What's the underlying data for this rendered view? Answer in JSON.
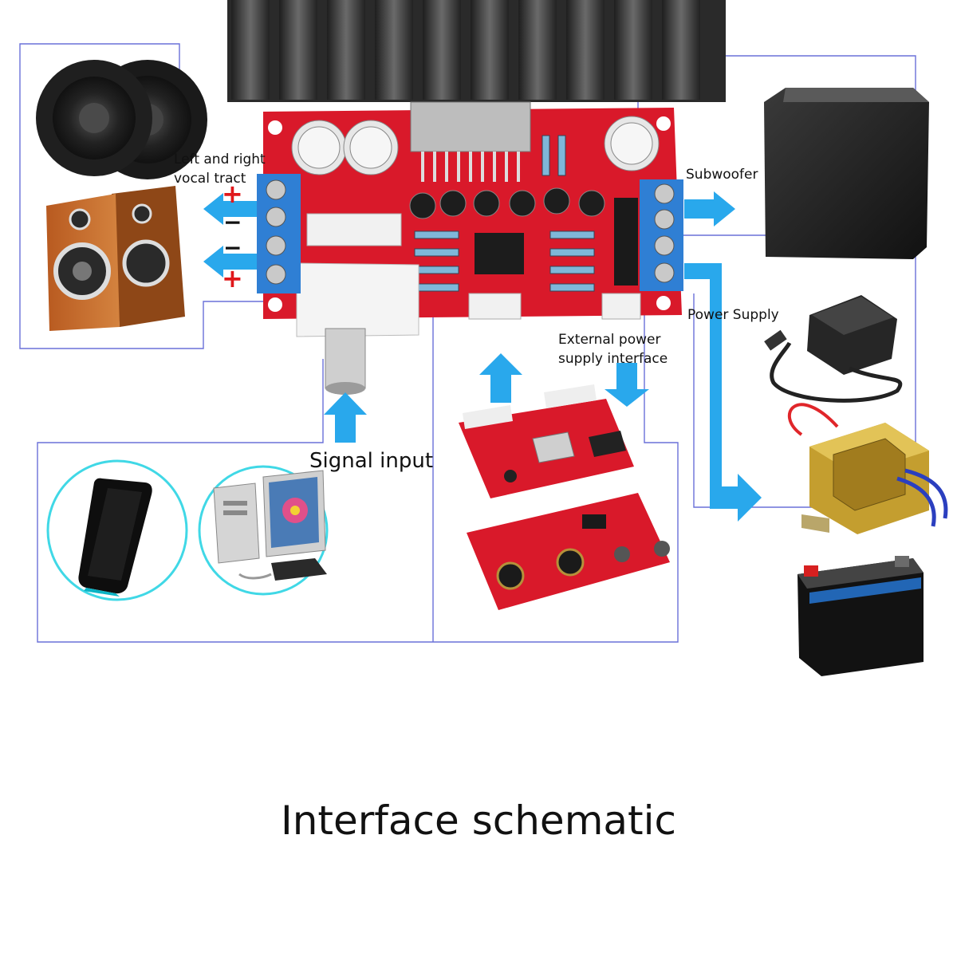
{
  "labels": {
    "left_right": "Left and right vocal tract",
    "subwoofer": "Subwoofer",
    "power_supply": "Power Supply",
    "external_power": "External power supply interface",
    "signal_input": "Signal input"
  },
  "caption": "Interface schematic",
  "polarity": {
    "plus": "+",
    "minus": "−"
  },
  "colors": {
    "pcb": "#d9192a",
    "terminal": "#2f7fd4",
    "arrow": "#29a8ec",
    "frame": "#6a70d8",
    "heatsink": "#3b3b3b",
    "circle": "#40d8e6",
    "polarity_plus": "#e0181b"
  },
  "icons": [
    "speaker-pair-icon",
    "bookshelf-speaker-icon",
    "subwoofer-icon",
    "adapter-icon",
    "transformer-icon",
    "battery-icon",
    "phone-icon",
    "computer-icon",
    "audio-module-icon",
    "tone-board-icon"
  ]
}
